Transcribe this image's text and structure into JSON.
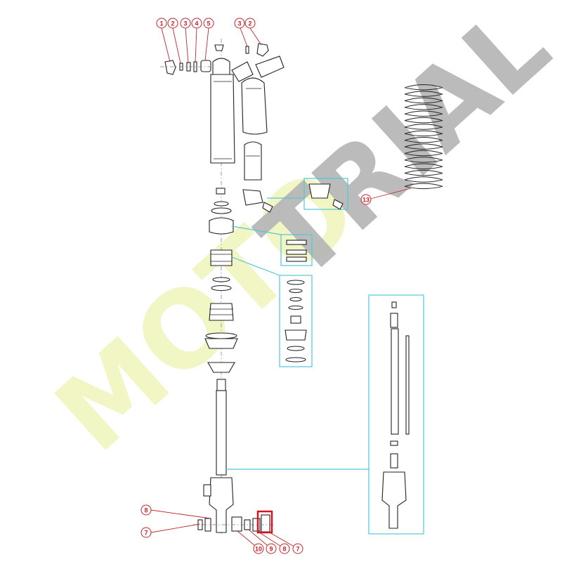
{
  "watermark": {
    "part1": "MOTO",
    "part2": "TRIAL",
    "color_yellow": "#f2f6c4",
    "color_grey": "#b8b8b8"
  },
  "colors": {
    "callout": "#c0272d",
    "detail_box": "#4fc8d8",
    "highlight": "#d9121f"
  },
  "callouts": {
    "c1": "1",
    "c2": "2",
    "c3": "3",
    "c4": "4",
    "c5": "5",
    "c6": "3",
    "c7": "2",
    "c8": "13",
    "c9": "8",
    "c10": "7",
    "c11": "10",
    "c12": "9",
    "c13": "8",
    "c14": "7"
  }
}
